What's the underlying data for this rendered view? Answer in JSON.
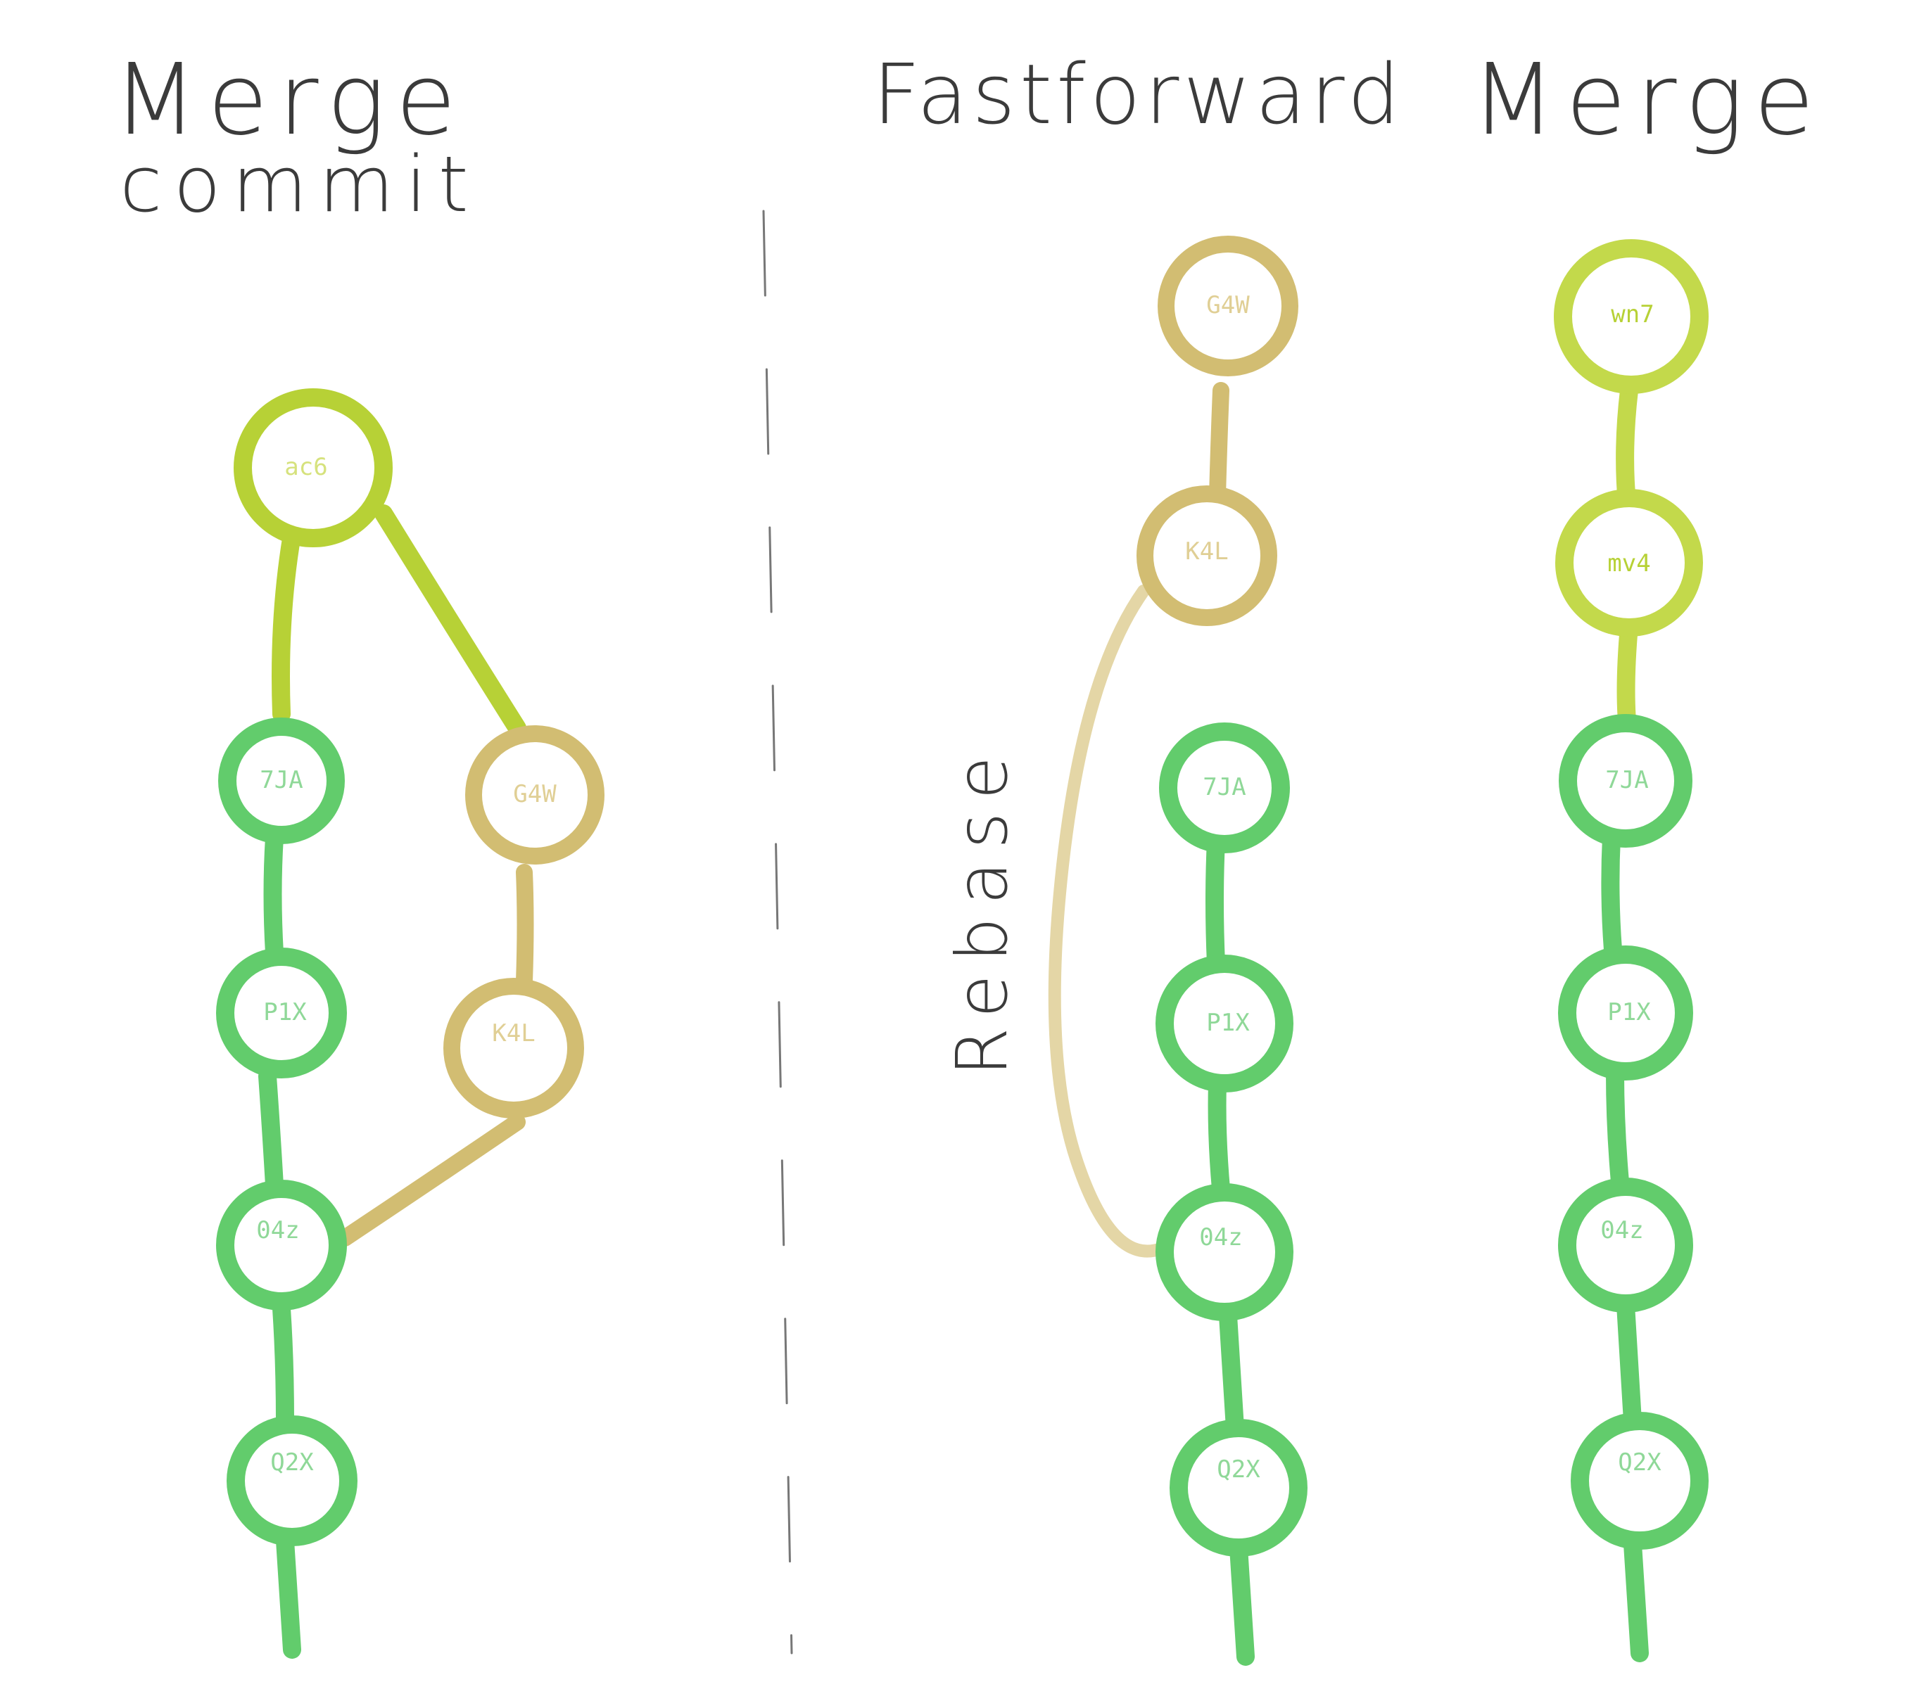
{
  "titles": {
    "left_line1": "Merge",
    "left_line2": "commit",
    "middle": "Fastforward",
    "right": "Merge",
    "rebase": "Rebase"
  },
  "colors": {
    "green": "#62cc6c",
    "lime": "#b7d136",
    "tan": "#d2bd72",
    "tan_light": "#e4d6a6",
    "ink": "#3b3b3b",
    "divider": "#777777"
  },
  "diagrams": {
    "merge_commit": {
      "main": [
        "ac6",
        "7JA",
        "P1X",
        "04z",
        "Q2X"
      ],
      "branch": [
        "G4W",
        "K4L"
      ]
    },
    "fastforward": {
      "moved": [
        "G4W",
        "K4L"
      ],
      "base": [
        "7JA",
        "P1X",
        "04z",
        "Q2X"
      ]
    },
    "merge": {
      "main": [
        "wn7",
        "mv4",
        "7JA",
        "P1X",
        "04z",
        "Q2X"
      ]
    }
  }
}
